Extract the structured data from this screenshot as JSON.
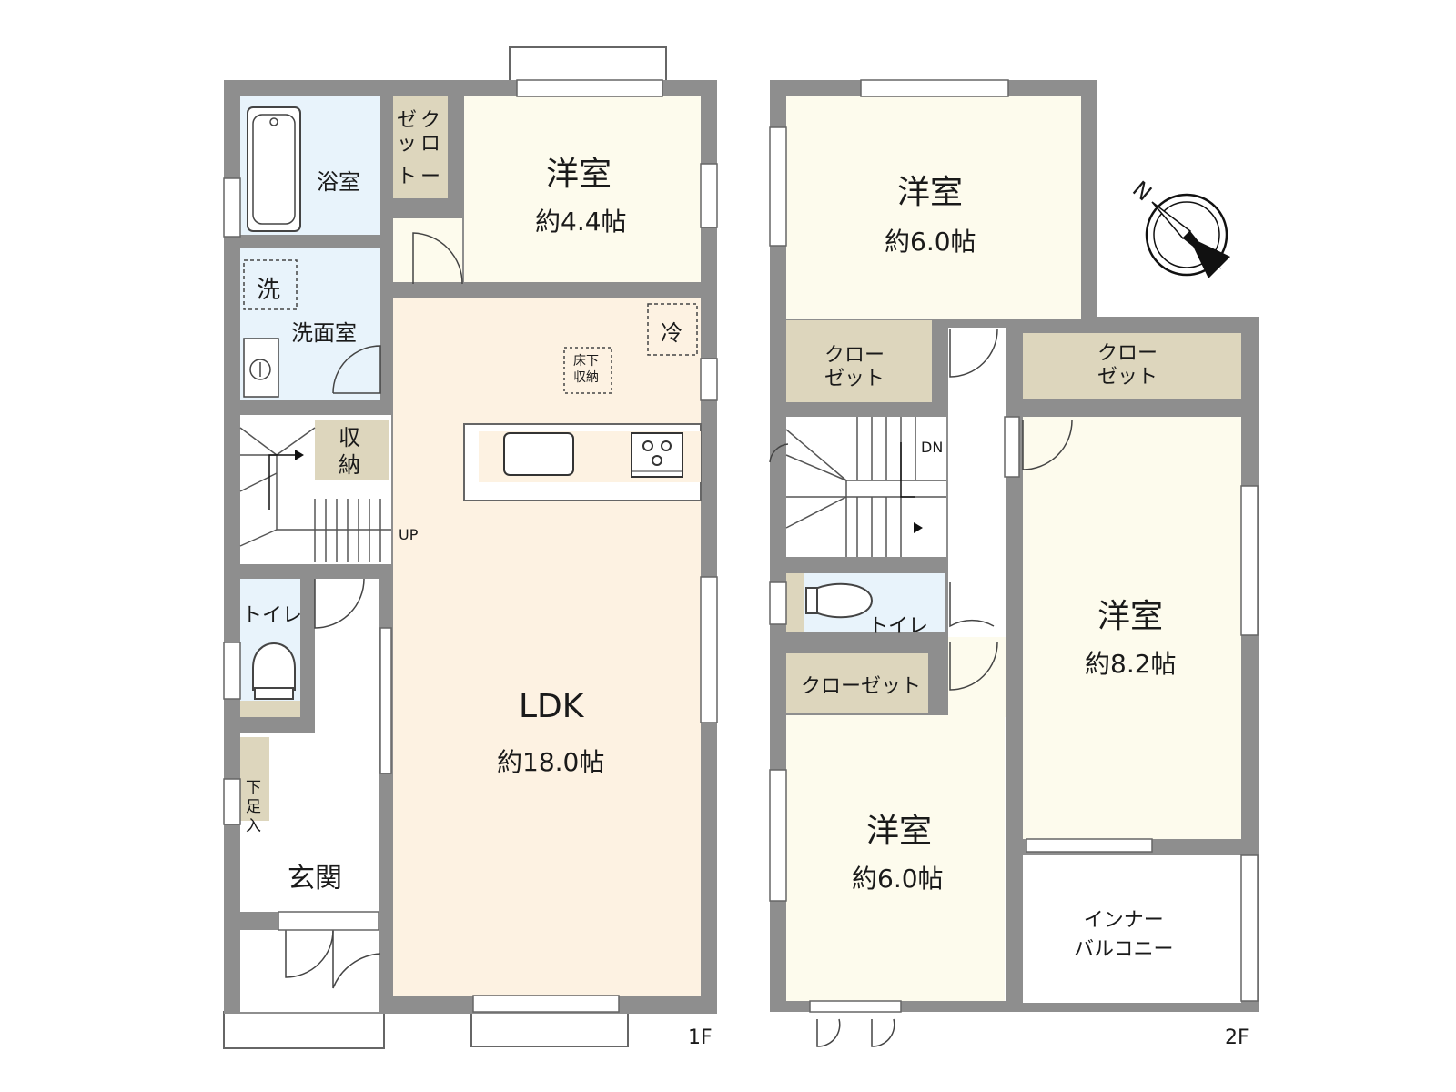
{
  "floor1": {
    "label": "1F",
    "rooms": {
      "western_room": {
        "name": "洋室",
        "size": "約4.4帖"
      },
      "closet": {
        "line1": "クロ",
        "line2": "ゼッ",
        "line3": "ー",
        "line4": "ト"
      },
      "bathroom": {
        "name": "浴室"
      },
      "washroom": {
        "name": "洗面室"
      },
      "washer": {
        "label": "洗"
      },
      "ldk": {
        "name": "LDK",
        "size": "約18.0帖"
      },
      "fridge": {
        "label": "冷"
      },
      "underfloor": {
        "line1": "床下",
        "line2": "収納"
      },
      "storage": {
        "line1": "収",
        "line2": "納"
      },
      "toilet": {
        "name": "トイレ"
      },
      "entrance": {
        "name": "玄関"
      },
      "shoe_box": {
        "line1": "下",
        "line2": "足",
        "line3": "入"
      },
      "stairs_label": "UP"
    }
  },
  "floor2": {
    "label": "2F",
    "rooms": {
      "western_top": {
        "name": "洋室",
        "size": "約6.0帖"
      },
      "western_right": {
        "name": "洋室",
        "size": "約8.2帖"
      },
      "western_bottom": {
        "name": "洋室",
        "size": "約6.0帖"
      },
      "closet_top_left": {
        "line1": "クロー",
        "line2": "ゼット"
      },
      "closet_top_right": {
        "line1": "クロー",
        "line2": "ゼット"
      },
      "closet_bottom": {
        "name": "クローゼット"
      },
      "toilet": {
        "name": "トイレ"
      },
      "balcony": {
        "line1": "インナー",
        "line2": "バルコニー"
      },
      "stairs_label": "DN"
    }
  },
  "compass": {
    "label": "N",
    "icon": "north-compass-icon"
  },
  "colors": {
    "wall": "#8e8e8e",
    "western_room": "#fdfbed",
    "ldk": "#fdf2e2",
    "wet_area": "#e8f3fb",
    "closet": "#ddd6bd",
    "white": "#ffffff"
  }
}
